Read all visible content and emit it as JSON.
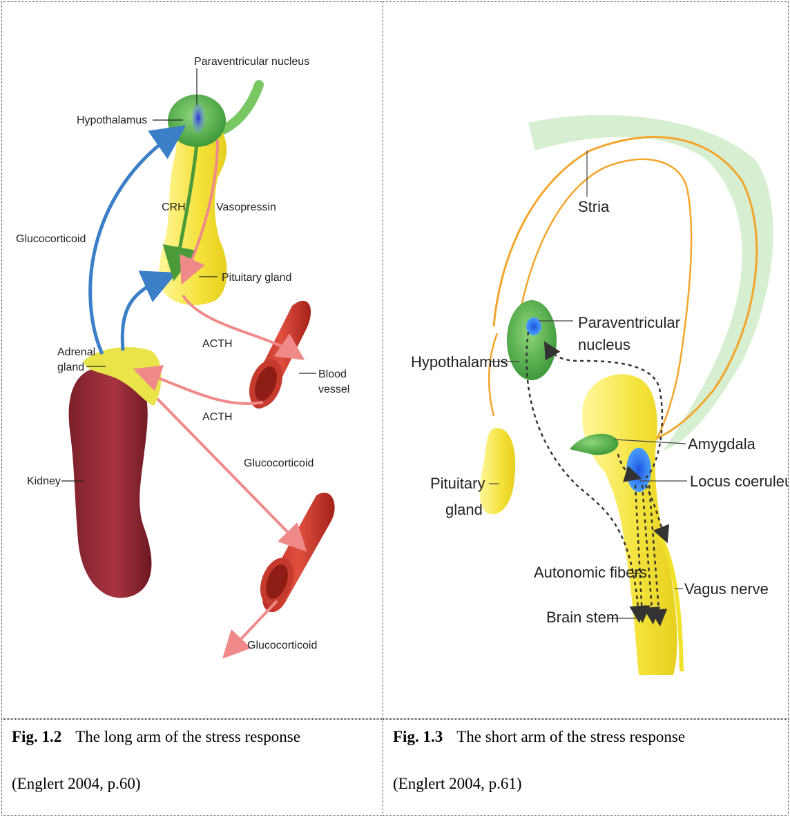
{
  "figures": [
    {
      "labels": {
        "paraventricular": "Paraventricular nucleus",
        "hypothalamus": "Hypothalamus",
        "crh": "CRH",
        "vasopressin": "Vasopressin",
        "glucocorticoid_left": "Glucocorticoid",
        "pituitary": "Pituitary gland",
        "acth_top": "ACTH",
        "adrenal_1": "Adrenal",
        "adrenal_2": "gland",
        "blood_1": "Blood",
        "blood_2": "vessel",
        "acth_bottom": "ACTH",
        "glucocorticoid_mid": "Glucocorticoid",
        "kidney": "Kidney",
        "glucocorticoid_bottom": "Glucocorticoid"
      },
      "caption": {
        "number": "Fig. 1.2",
        "title": "The long arm of the stress response",
        "source": "(Englert 2004, p.60)"
      }
    },
    {
      "labels": {
        "stria": "Stria",
        "paraventricular_1": "Paraventricular",
        "paraventricular_2": "nucleus",
        "hypothalamus": "Hypothalamus",
        "amygdala": "Amygdala",
        "pituitary_1": "Pituitary",
        "pituitary_2": "gland",
        "locus": "Locus coeruleus",
        "autonomic": "Autonomic fibers",
        "vagus": "Vagus nerve",
        "brainstem": "Brain stem"
      },
      "caption": {
        "number": "Fig. 1.3",
        "title": "The short arm of the stress response",
        "source": "(Englert 2004, p.61)"
      }
    }
  ],
  "colors": {
    "hypothalamus_green": "#5db84a",
    "nucleus_blue": "#2a5fd6",
    "pituitary_yellow": "#f2e43a",
    "kidney_red": "#9b2a33",
    "vessel_red": "#d8443a",
    "arrow_blue": "#3a7fc8",
    "arrow_green": "#4b9a3a",
    "arrow_pink": "#f08a8a",
    "stria_green": "#cdeac8",
    "stria_orange": "#f3a52a"
  }
}
